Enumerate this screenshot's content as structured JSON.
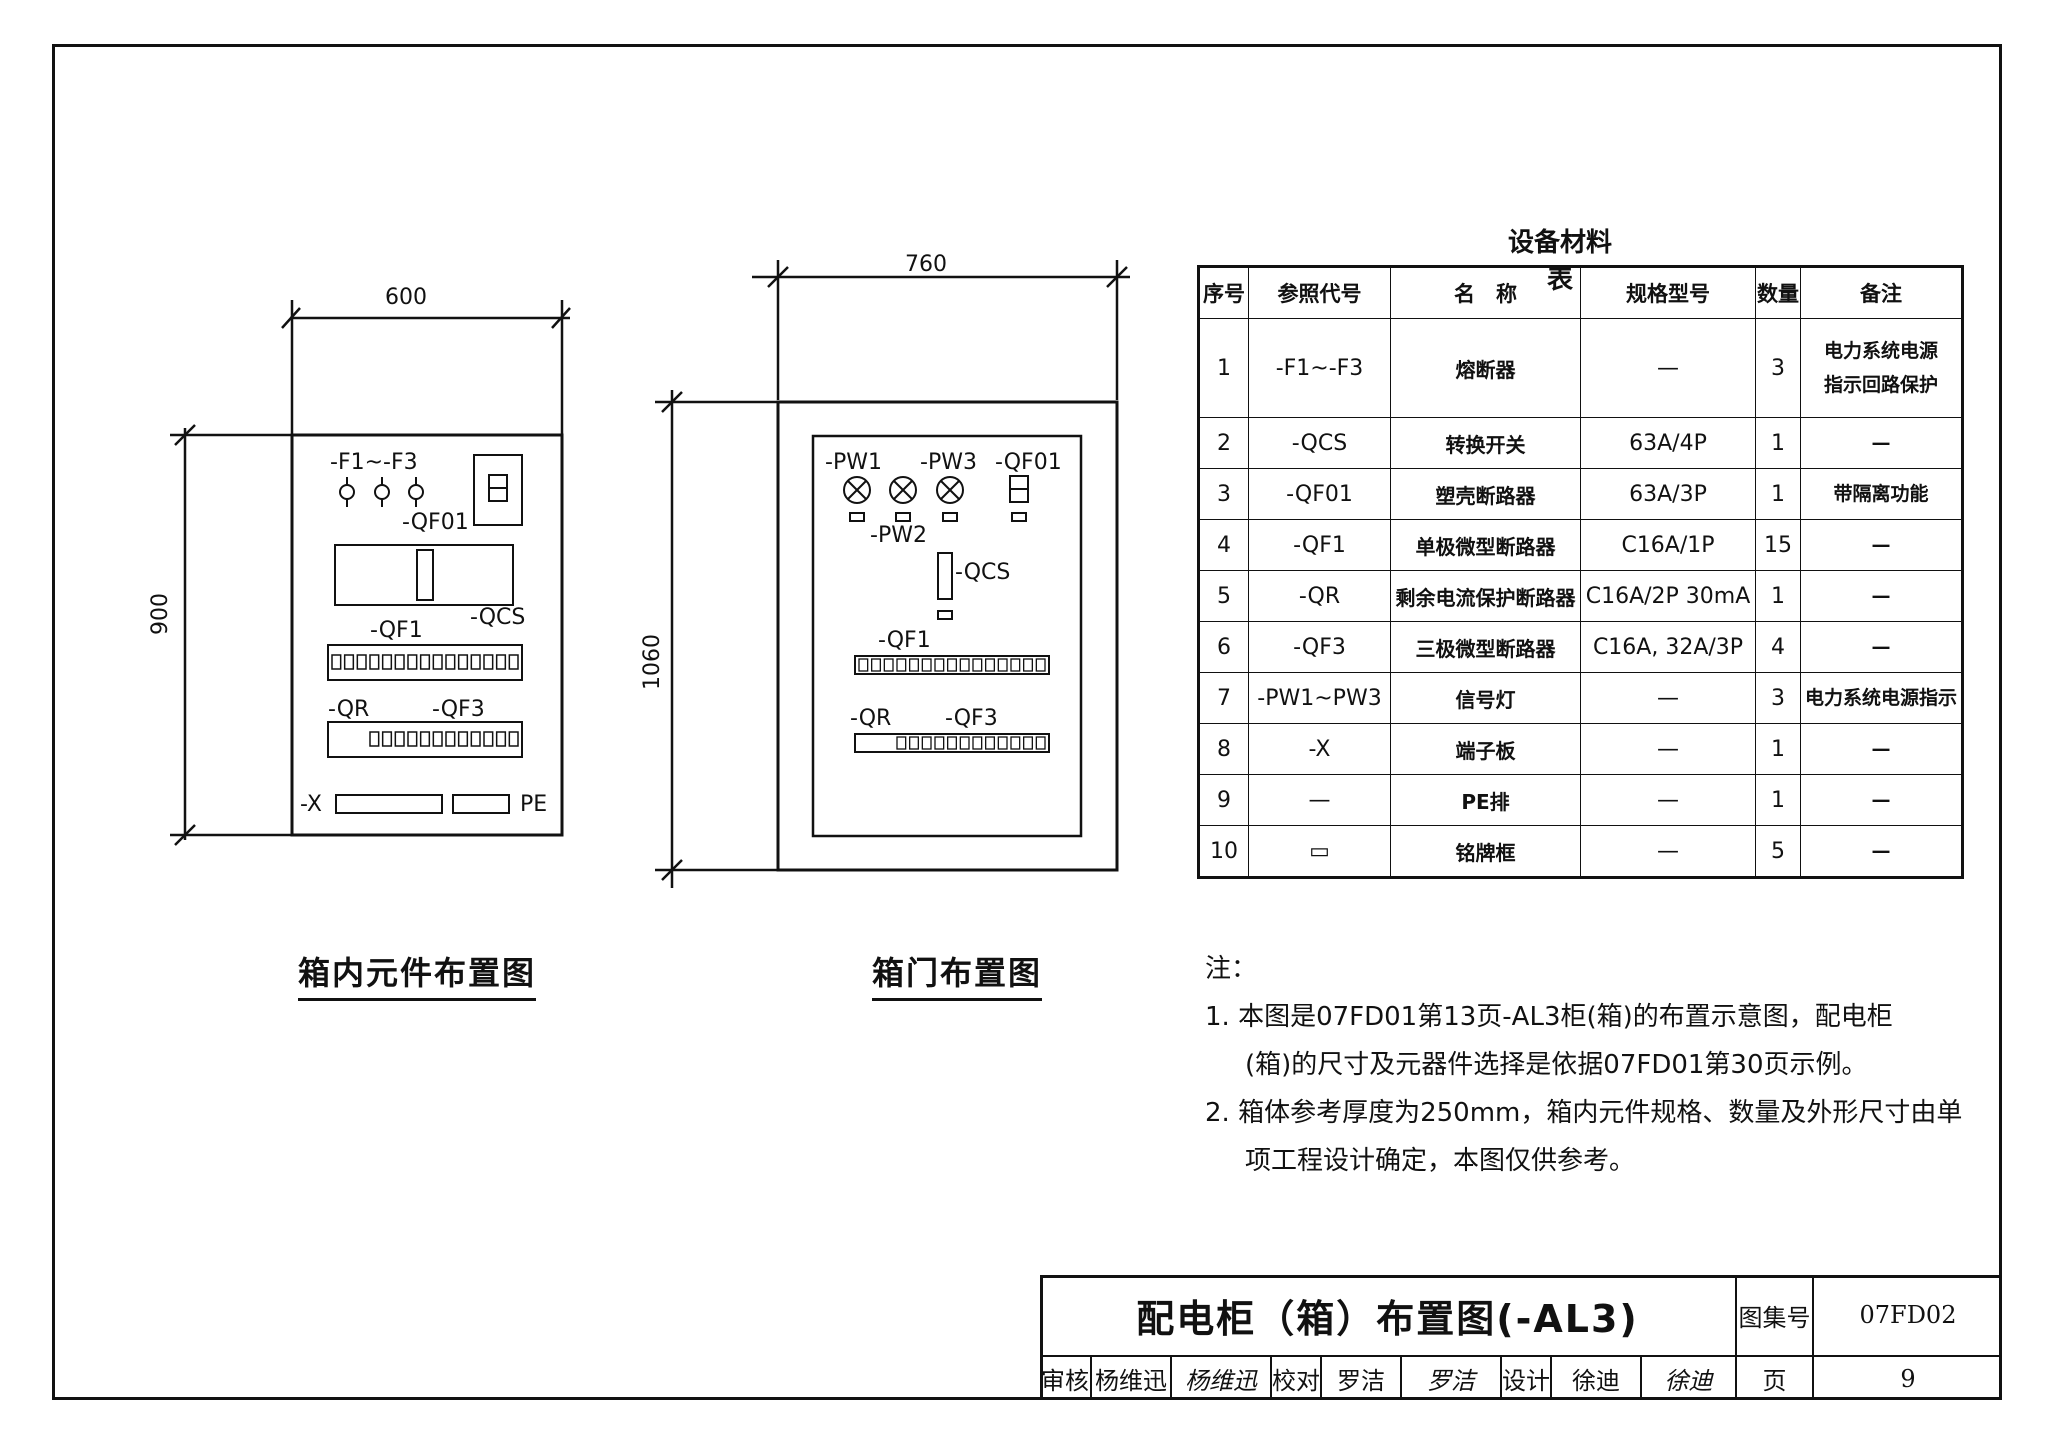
{
  "drawing1": {
    "title": "箱内元件布置图",
    "dim_width": "600",
    "dim_height": "900",
    "labels": {
      "fuse": "-F1~-F3",
      "qf01": "-QF01",
      "qcs": "-QCS",
      "qf1": "-QF1",
      "qr": "-QR",
      "qf3": "-QF3",
      "x": "-X",
      "pe": "PE"
    }
  },
  "drawing2": {
    "title": "箱门布置图",
    "dim_width": "760",
    "dim_height": "1060",
    "labels": {
      "pw1": "-PW1",
      "pw2": "-PW2",
      "pw3": "-PW3",
      "qf01": "-QF01",
      "qcs": "-QCS",
      "qf1": "-QF1",
      "qr": "-QR",
      "qf3": "-QF3"
    }
  },
  "table": {
    "title": "设备材料表",
    "headers": [
      "序号",
      "参照代号",
      "名　称",
      "规格型号",
      "数量",
      "备注"
    ],
    "rows": [
      [
        "1",
        "-F1~-F3",
        "熔断器",
        "—",
        "3",
        "电力系统电源\n指示回路保护"
      ],
      [
        "2",
        "-QCS",
        "转换开关",
        "63A/4P",
        "1",
        "—"
      ],
      [
        "3",
        "-QF01",
        "塑壳断路器",
        "63A/3P",
        "1",
        "带隔离功能"
      ],
      [
        "4",
        "-QF1",
        "单极微型断路器",
        "C16A/1P",
        "15",
        "—"
      ],
      [
        "5",
        "-QR",
        "剩余电流保护断路器",
        "C16A/2P  30mA",
        "1",
        "—"
      ],
      [
        "6",
        "-QF3",
        "三极微型断路器",
        "C16A, 32A/3P",
        "4",
        "—"
      ],
      [
        "7",
        "-PW1~PW3",
        "信号灯",
        "—",
        "3",
        "电力系统电源指示"
      ],
      [
        "8",
        "-X",
        "端子板",
        "—",
        "1",
        "—"
      ],
      [
        "9",
        "—",
        "PE排",
        "—",
        "1",
        "—"
      ],
      [
        "10",
        "▭",
        "铭牌框",
        "—",
        "5",
        "—"
      ]
    ]
  },
  "notes": {
    "heading": "注：",
    "n1a": "1. 本图是07FD01第13页-AL3柜(箱)的布置示意图，配电柜",
    "n1b": "(箱)的尺寸及元器件选择是依据07FD01第30页示例。",
    "n2a": "2. 箱体参考厚度为250mm，箱内元件规格、数量及外形尺寸由单",
    "n2b": "项工程设计确定，本图仅供参考。"
  },
  "title_block": {
    "title": "配电柜（箱）布置图(-AL3)",
    "atlas_label": "图集号",
    "atlas_no": "07FD02",
    "review_label": "审核",
    "reviewer": "杨维迅",
    "reviewer_sig": "杨维迅",
    "check_label": "校对",
    "checker": "罗洁",
    "checker_sig": "罗洁",
    "design_label": "设计",
    "designer": "徐迪",
    "designer_sig": "徐迪",
    "page_label": "页",
    "page_no": "9"
  }
}
